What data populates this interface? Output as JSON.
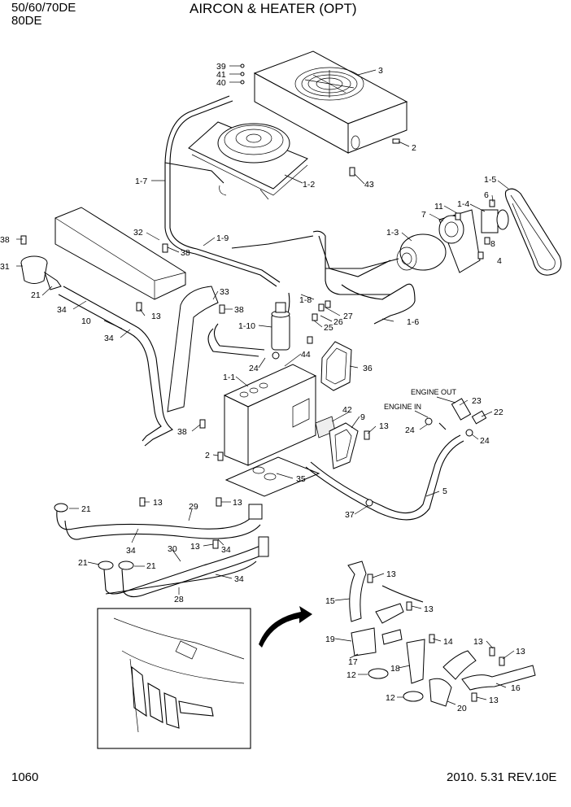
{
  "header": {
    "model_line1": "50/60/70DE",
    "model_line2": "80DE",
    "title": "AIRCON & HEATER (OPT)"
  },
  "footer": {
    "page_number": "1060",
    "revision": "2010. 5.31  REV.10E"
  },
  "annotations": {
    "engine_out": "ENGINE OUT",
    "engine_in": "ENGINE IN"
  },
  "callouts": [
    {
      "id": "c39",
      "text": "39"
    },
    {
      "id": "c41",
      "text": "41"
    },
    {
      "id": "c40",
      "text": "40"
    },
    {
      "id": "c3",
      "text": "3"
    },
    {
      "id": "c2a",
      "text": "2"
    },
    {
      "id": "c1-7",
      "text": "1-7"
    },
    {
      "id": "c1-2",
      "text": "1-2"
    },
    {
      "id": "c43",
      "text": "43"
    },
    {
      "id": "c1-5",
      "text": "1-5"
    },
    {
      "id": "c6",
      "text": "6"
    },
    {
      "id": "c11",
      "text": "11"
    },
    {
      "id": "c1-4",
      "text": "1-4"
    },
    {
      "id": "c7",
      "text": "7"
    },
    {
      "id": "c1-3",
      "text": "1-3"
    },
    {
      "id": "c8",
      "text": "8"
    },
    {
      "id": "c4",
      "text": "4"
    },
    {
      "id": "c32",
      "text": "32"
    },
    {
      "id": "c1-9",
      "text": "1-9"
    },
    {
      "id": "c38a",
      "text": "38"
    },
    {
      "id": "c38b",
      "text": "38"
    },
    {
      "id": "c31",
      "text": "31"
    },
    {
      "id": "c21a",
      "text": "21"
    },
    {
      "id": "c34a",
      "text": "34"
    },
    {
      "id": "c13a",
      "text": "13"
    },
    {
      "id": "c10",
      "text": "10"
    },
    {
      "id": "c34b",
      "text": "34"
    },
    {
      "id": "c33",
      "text": "33"
    },
    {
      "id": "c38c",
      "text": "38"
    },
    {
      "id": "c1-8",
      "text": "1-8"
    },
    {
      "id": "c27",
      "text": "27"
    },
    {
      "id": "c26",
      "text": "26"
    },
    {
      "id": "c25",
      "text": "25"
    },
    {
      "id": "c1-6",
      "text": "1-6"
    },
    {
      "id": "c1-10",
      "text": "1-10"
    },
    {
      "id": "c44",
      "text": "44"
    },
    {
      "id": "c24a",
      "text": "24"
    },
    {
      "id": "c36",
      "text": "36"
    },
    {
      "id": "c1-1",
      "text": "1-1"
    },
    {
      "id": "c23",
      "text": "23"
    },
    {
      "id": "c22",
      "text": "22"
    },
    {
      "id": "c42",
      "text": "42"
    },
    {
      "id": "c9",
      "text": "9"
    },
    {
      "id": "c13b",
      "text": "13"
    },
    {
      "id": "c24b",
      "text": "24"
    },
    {
      "id": "c24c",
      "text": "24"
    },
    {
      "id": "c38d",
      "text": "38"
    },
    {
      "id": "c2b",
      "text": "2"
    },
    {
      "id": "c35",
      "text": "35"
    },
    {
      "id": "c5",
      "text": "5"
    },
    {
      "id": "c37",
      "text": "37"
    },
    {
      "id": "c21b",
      "text": "21"
    },
    {
      "id": "c13c",
      "text": "13"
    },
    {
      "id": "c29",
      "text": "29"
    },
    {
      "id": "c13d",
      "text": "13"
    },
    {
      "id": "c34c",
      "text": "34"
    },
    {
      "id": "c13e",
      "text": "13"
    },
    {
      "id": "c34d",
      "text": "34"
    },
    {
      "id": "c30",
      "text": "30"
    },
    {
      "id": "c21c",
      "text": "21"
    },
    {
      "id": "c21d",
      "text": "21"
    },
    {
      "id": "c34e",
      "text": "34"
    },
    {
      "id": "c28",
      "text": "28"
    },
    {
      "id": "c13f",
      "text": "13"
    },
    {
      "id": "c15",
      "text": "15"
    },
    {
      "id": "c13g",
      "text": "13"
    },
    {
      "id": "c19",
      "text": "19"
    },
    {
      "id": "c14",
      "text": "14"
    },
    {
      "id": "c17",
      "text": "17"
    },
    {
      "id": "c13h",
      "text": "13"
    },
    {
      "id": "c13i",
      "text": "13"
    },
    {
      "id": "c18",
      "text": "18"
    },
    {
      "id": "c12a",
      "text": "12"
    },
    {
      "id": "c16",
      "text": "16"
    },
    {
      "id": "c12b",
      "text": "12"
    },
    {
      "id": "c20",
      "text": "20"
    },
    {
      "id": "c13j",
      "text": "13"
    }
  ]
}
